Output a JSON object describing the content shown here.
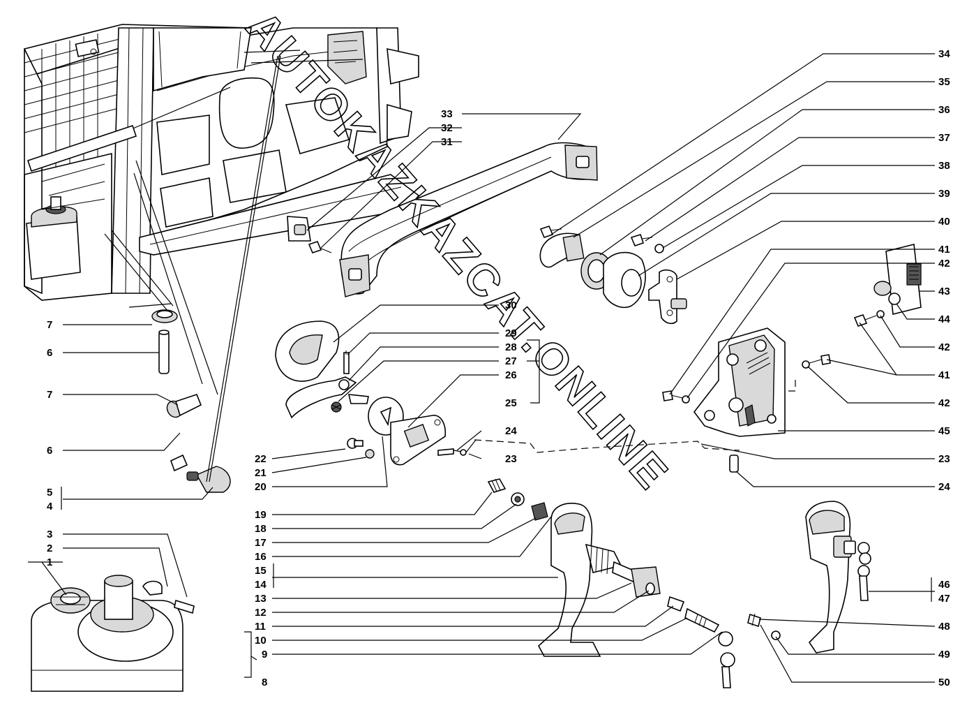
{
  "watermark": "AUTOKAZKAZCAT.ONLINE",
  "callouts_right": [
    "34",
    "35",
    "36",
    "37",
    "38",
    "39",
    "40",
    "41",
    "42",
    "43",
    "44",
    "42",
    "41",
    "42",
    "45",
    "23",
    "24",
    "46",
    "47",
    "48",
    "49",
    "50"
  ],
  "callouts_left": [
    "7",
    "6",
    "7",
    "6",
    "5",
    "4",
    "3",
    "2",
    "1"
  ],
  "callouts_center": [
    "33",
    "32",
    "31",
    "30",
    "29",
    "28",
    "27",
    "26",
    "25",
    "24",
    "23",
    "22",
    "21",
    "20",
    "19",
    "18",
    "17",
    "16",
    "15",
    "14",
    "13",
    "12",
    "11",
    "10",
    "9",
    "8"
  ]
}
